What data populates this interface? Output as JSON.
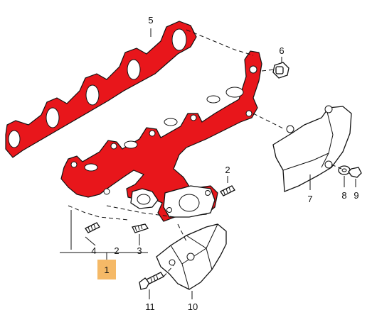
{
  "colors": {
    "manifold_fill": "#e8161b",
    "gasket_fill": "#e8161b",
    "highlight_box": "#f5b967",
    "line": "#111111",
    "background": "#ffffff"
  },
  "callouts": {
    "c1": "1",
    "c2a": "2",
    "c2b": "2",
    "c3": "3",
    "c4": "4",
    "c5": "5",
    "c6": "6",
    "c7": "7",
    "c8": "8",
    "c9": "9",
    "c10": "10",
    "c11": "11"
  },
  "highlighted_callout": "1"
}
